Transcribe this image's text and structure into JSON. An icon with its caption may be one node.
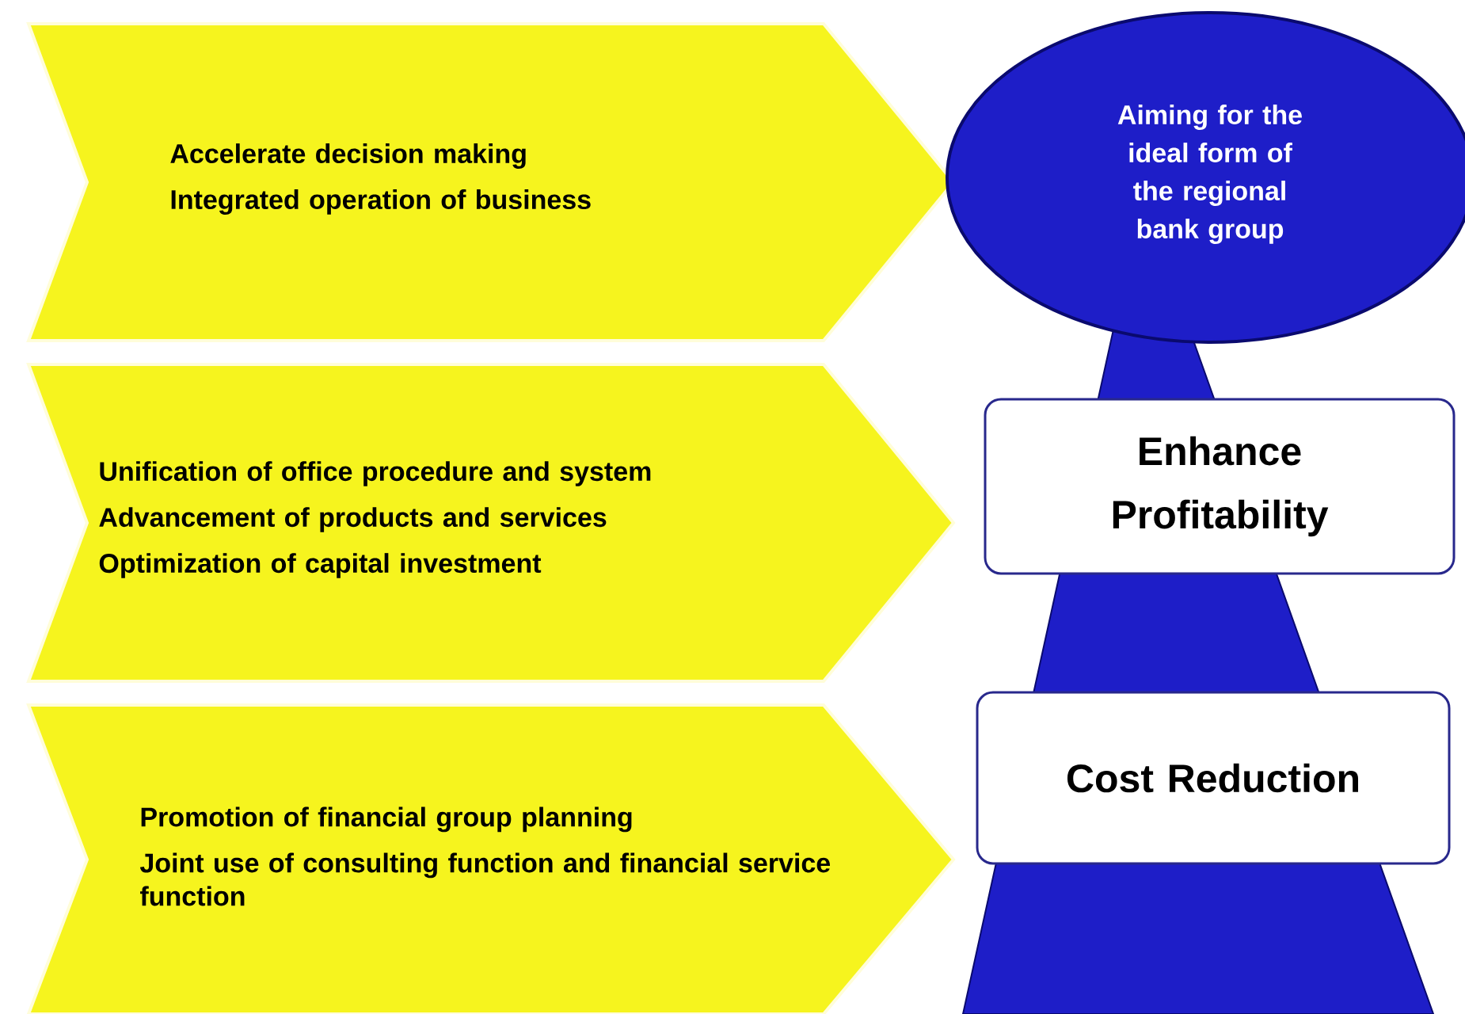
{
  "diagram": {
    "nodes": [
      {
        "text": [
          "Accelerate decision making",
          "Integrated operation of business"
        ]
      },
      {
        "text": [
          "Unification of office procedure and system",
          "Advancement of products and services",
          "Optimization of capital investment"
        ]
      },
      {
        "text": [
          "Promotion of financial group planning",
          "Joint use of consulting function and financial service function"
        ]
      },
      {
        "text": [
          "Aiming for the ideal form of the regional bank group"
        ]
      },
      {
        "text": [],
        "shape": "trapezoid"
      },
      {
        "text": [
          "Enhance Profitability"
        ],
        "in": 4
      },
      {
        "text": [
          "Cost Reduction"
        ],
        "in": 4
      }
    ]
  }
}
